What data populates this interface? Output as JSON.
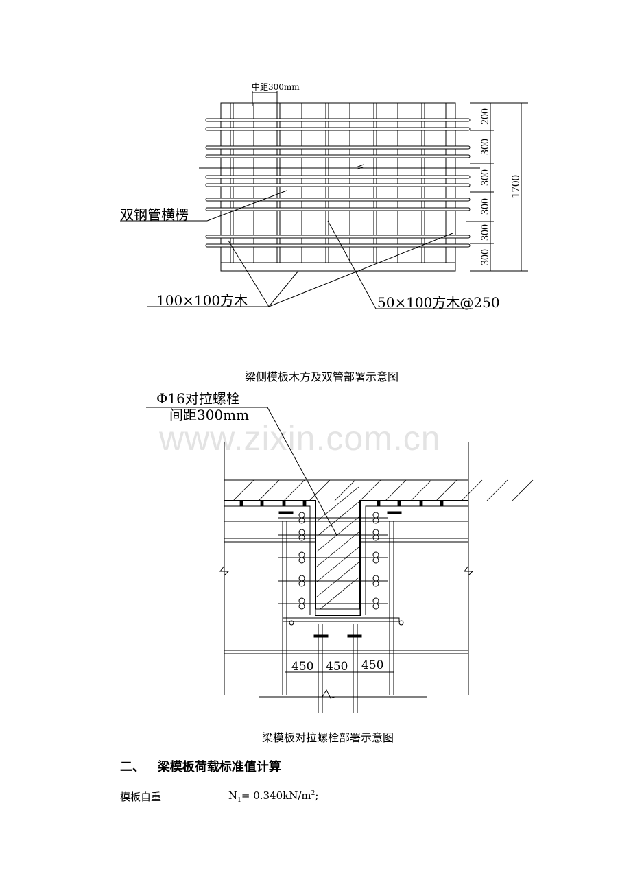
{
  "figure1": {
    "spacing_label": "中距300mm",
    "label_double_pipe": "双钢管横楞",
    "label_timber_100": "100×100方木",
    "label_timber_50": "50×100方木@250",
    "dims": [
      "200",
      "300",
      "300",
      "300",
      "300",
      "300"
    ],
    "total_dim": "1700",
    "caption": "梁侧模板木方及双管部署示意图"
  },
  "figure2": {
    "bolt_label": "Φ16对拉螺栓",
    "bolt_spacing": "间距300mm",
    "dims": [
      "450",
      "450",
      "450"
    ],
    "caption": "梁模板对拉螺栓部署示意图"
  },
  "watermark": "www.zixin.com.cn",
  "section": {
    "number": "二、",
    "title": "梁模板荷载标准值计算"
  },
  "formula": {
    "label": "模板自重",
    "symbol": "N",
    "subscript": "1",
    "value": "= 0.340kN/m",
    "superscript": "2",
    "suffix": ";"
  }
}
